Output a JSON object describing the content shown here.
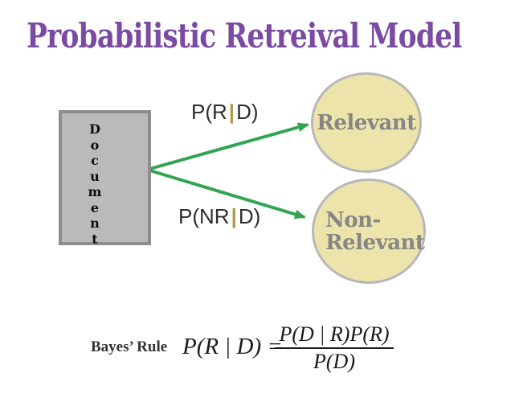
{
  "colors": {
    "title": "#7b4ba3",
    "arrow": "#33a454",
    "circle_fill": "#ece4ab",
    "circle_border": "#b8b8b8",
    "circle_text": "#868686",
    "box_fill": "#bababa",
    "box_border": "#8d8d8d",
    "bar": "#af9a4e"
  },
  "title": "Probabilistic Retreival Model",
  "document": {
    "letters": [
      "D",
      "o",
      "c",
      "u",
      "m",
      "e",
      "n",
      "t"
    ]
  },
  "edges": {
    "relevant_label": {
      "pre": "P(R",
      "bar": "|",
      "post": "D)"
    },
    "nonrelevant_label": {
      "pre": "P(NR",
      "bar": "|",
      "post": "D)"
    }
  },
  "nodes": {
    "relevant": "Relevant",
    "nonrelevant_line1": "Non-",
    "nonrelevant_line2": "Relevant"
  },
  "formula": {
    "label": "Bayes’ Rule",
    "lhs": "P(R | D) =",
    "numerator": "P(D | R)P(R)",
    "denominator": "P(D)"
  }
}
